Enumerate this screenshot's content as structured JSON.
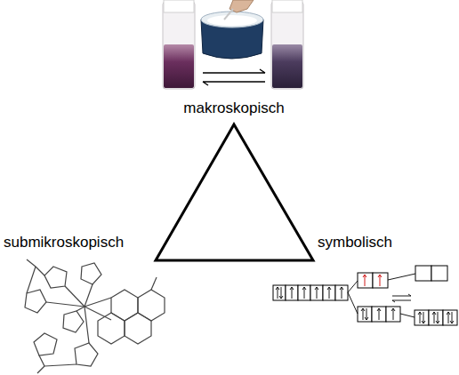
{
  "diagram": {
    "labels": [
      "makroskopisch",
      "submikroskopisch",
      "symbolisch"
    ]
  }
}
